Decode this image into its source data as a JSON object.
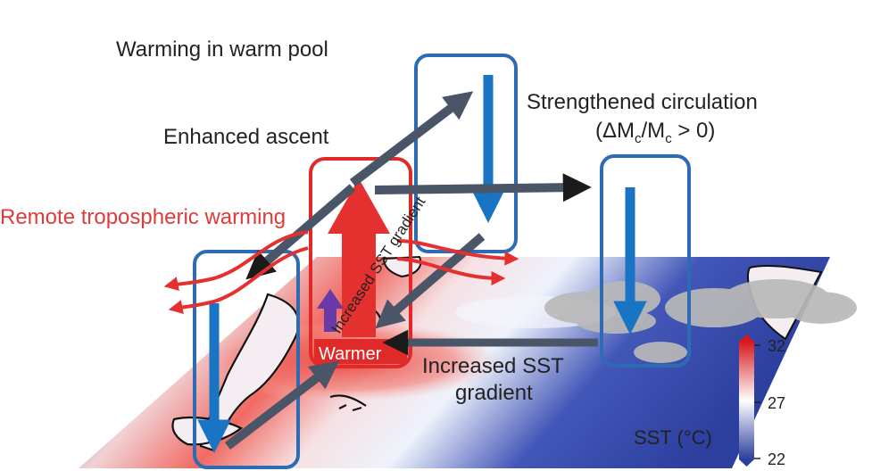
{
  "labels": {
    "warming_pool": "Warming in warm pool",
    "enhanced_ascent": "Enhanced ascent",
    "remote_warming": "Remote tropospheric warming",
    "strengthened_line1": "Strengthened circulation",
    "strengthened_delta": "(ΔM",
    "strengthened_sub": "c",
    "strengthened_slash": "/M",
    "strengthened_gt": " > 0)",
    "increased_sst_line1": "Increased SST",
    "increased_sst_line2": "gradient",
    "rotated_increased": "Increased SST gradient",
    "warmer": "Warmer"
  },
  "colorbar": {
    "title": "SST (°C)",
    "ticks": [
      "32",
      "27",
      "22"
    ],
    "colors": [
      "#d7191c",
      "#ffffff",
      "#2c3f9f"
    ]
  },
  "colors": {
    "box_blue": "#2d6cb5",
    "box_red": "#e02a2a",
    "arrow_gray": "#4a5568",
    "arrow_red": "#e53030",
    "arrow_blue": "#1a74c4",
    "ocean": "#2c3f9f",
    "warm": "#e8504a",
    "purple": "#6a3aa8"
  }
}
